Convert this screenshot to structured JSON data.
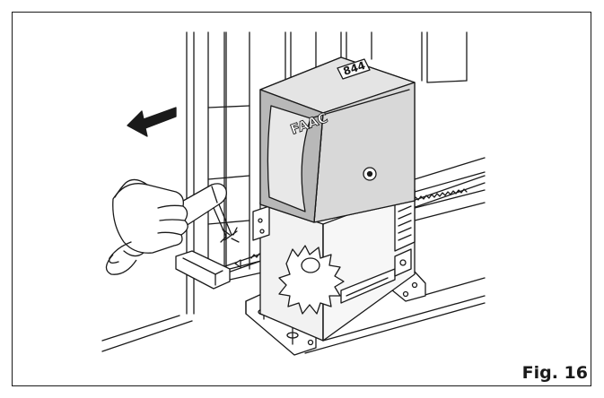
{
  "figure": {
    "label": "Fig. 16",
    "brand_logo": "FAAC",
    "model_badge": "844"
  },
  "colors": {
    "line": "#1a1a1a",
    "cover": "#d4d4d4",
    "cover_shadow": "#9a9a9a",
    "housing": "#f2f2f2",
    "background": "#ffffff"
  },
  "icons": [
    "direction-arrow-icon",
    "welding-torch-icon",
    "hand-icon",
    "gear-icon",
    "key-lock-icon"
  ]
}
